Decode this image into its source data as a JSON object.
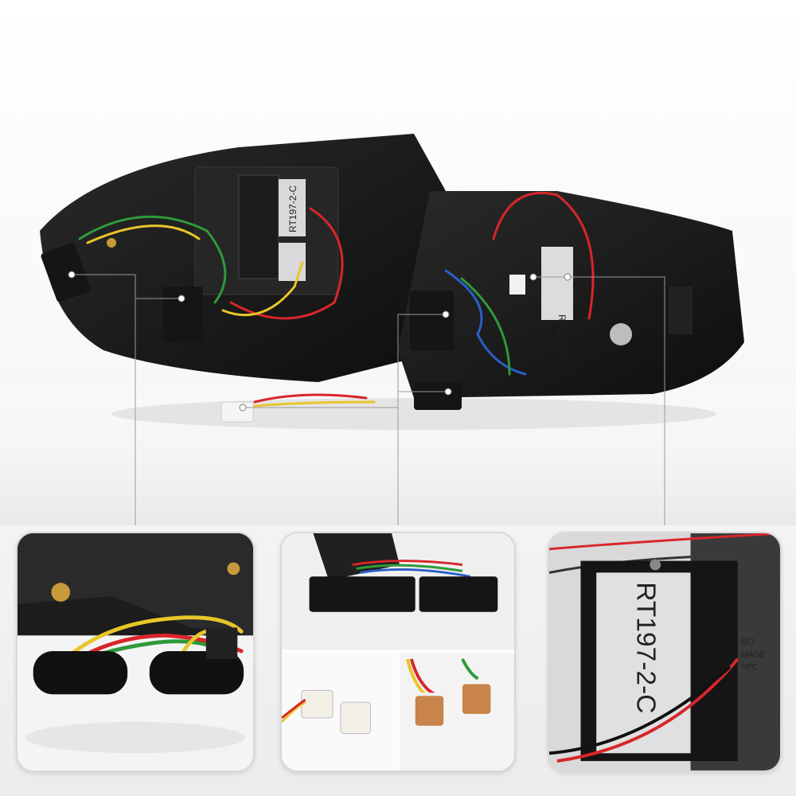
{
  "product": {
    "part_label_main": "RT197-2-C",
    "part_label_secondary": "RT197-2-C",
    "part_label_small": "RT197-2-C"
  },
  "zoom_panels": {
    "left": {
      "label": ""
    },
    "middle": {
      "label": ""
    },
    "right": {
      "part_label": "RT197-2-C",
      "made_in_fragment": "MADE",
      "brand_fragment": "SO",
      "suffix_fragment": ">PC"
    }
  },
  "colors": {
    "housing": "#1a1a1a",
    "wire_red": "#d8262a",
    "wire_yellow": "#e8c62a",
    "wire_green": "#2f9a3a",
    "wire_blue": "#2a5fc9",
    "leader_line": "#9a9a9a",
    "label_bg": "#d9d9d9"
  }
}
